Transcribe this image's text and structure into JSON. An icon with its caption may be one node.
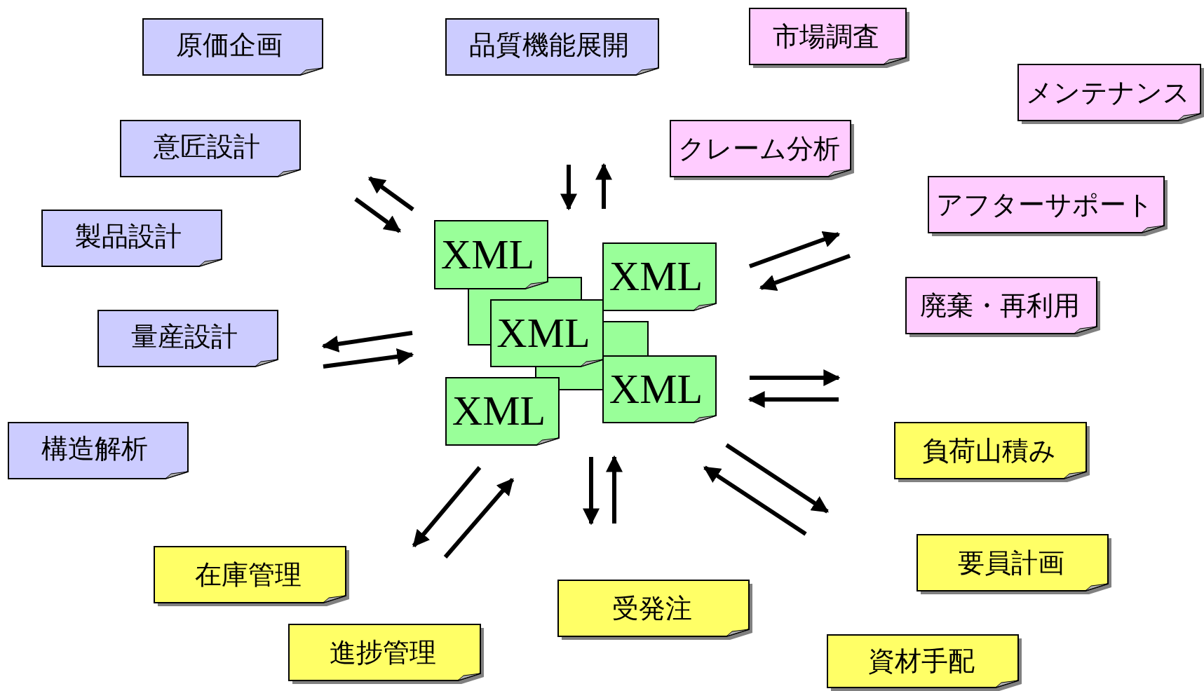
{
  "diagram": {
    "nodes": [
      {
        "text": [
          "原価企画"
        ]
      },
      {
        "text": [
          "品質機能展開"
        ]
      },
      {
        "text": [
          "市場調査"
        ]
      },
      {
        "text": [
          "メンテナンス"
        ]
      },
      {
        "text": [
          "意匠設計"
        ]
      },
      {
        "text": [
          "クレーム分析"
        ]
      },
      {
        "text": [
          "アフターサポート"
        ]
      },
      {
        "text": [
          "製品設計"
        ]
      },
      {
        "text": [
          "XML"
        ]
      },
      {
        "text": [],
        "shape": "box"
      },
      {
        "text": [
          "XML"
        ]
      },
      {
        "text": [
          "廃棄・再利用"
        ]
      },
      {
        "text": [
          "量産設計"
        ]
      },
      {
        "text": [
          "XML"
        ]
      },
      {
        "text": [],
        "shape": "box"
      },
      {
        "text": [
          "XML"
        ]
      },
      {
        "text": [
          "XML"
        ]
      },
      {
        "text": [
          "構造解析"
        ]
      },
      {
        "text": [
          "負荷山積み"
        ]
      },
      {
        "text": [
          "要員計画"
        ]
      },
      {
        "text": [
          "在庫管理"
        ]
      },
      {
        "text": [
          "受発注"
        ]
      },
      {
        "text": [
          "進捗管理"
        ]
      },
      {
        "text": [
          "資材手配"
        ]
      }
    ]
  }
}
